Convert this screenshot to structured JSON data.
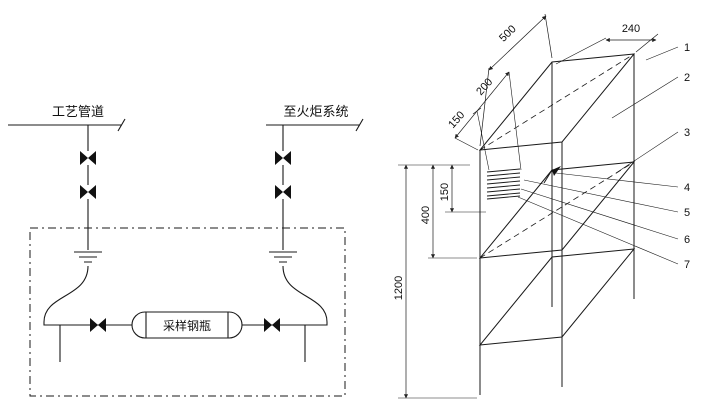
{
  "schematic": {
    "process_pipeline_label": "工艺管道",
    "flare_system_label": "至火炬系统",
    "cylinder_label": "采样钢瓶"
  },
  "isometric": {
    "dim_500": "500",
    "dim_240": "240",
    "dim_150_top": "150",
    "dim_200": "200",
    "dim_150_side": "150",
    "dim_400": "400",
    "dim_1200": "1200",
    "callouts": [
      "1",
      "2",
      "3",
      "4",
      "5",
      "6",
      "7"
    ]
  }
}
